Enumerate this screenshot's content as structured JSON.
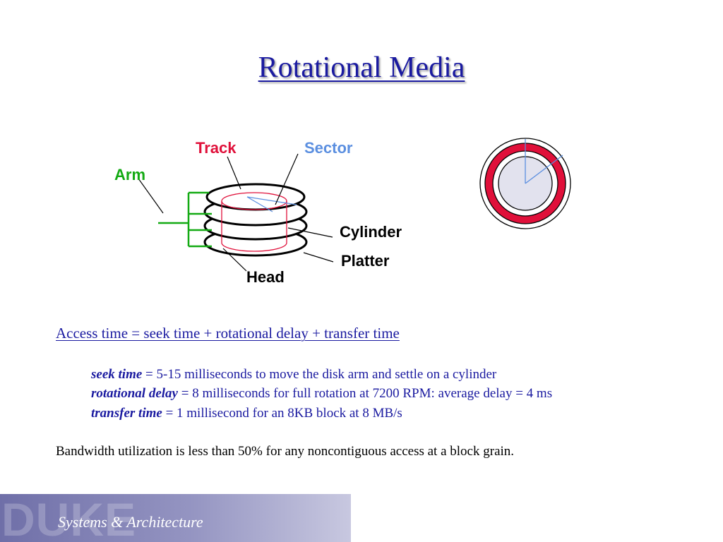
{
  "slide": {
    "title": "Rotational Media",
    "diagram_labels": {
      "track": "Track",
      "sector": "Sector",
      "arm": "Arm",
      "cylinder": "Cylinder",
      "platter": "Platter",
      "head": "Head"
    },
    "access_formula": "Access time = seek time + rotational delay + transfer time",
    "details": [
      {
        "term": "seek time",
        "text": " = 5-15 milliseconds to move the disk arm and settle on a cylinder"
      },
      {
        "term": "rotational delay",
        "text": " = 8 milliseconds for full rotation at 7200 RPM: average delay = 4 ms"
      },
      {
        "term": "transfer time",
        "text": " = 1 millisecond for an 8KB block at 8 MB/s"
      }
    ],
    "bandwidth_note": "Bandwidth utilization is less than 50% for any noncontiguous access at a block grain."
  },
  "footer": {
    "logo_text": "DUKE",
    "subtitle": "Systems & Architecture"
  },
  "colors": {
    "title": "#1a1aa0",
    "track": "#e0103a",
    "sector": "#5b8fe0",
    "arm": "#13aa13",
    "footer_start": "#6f6fa8"
  }
}
